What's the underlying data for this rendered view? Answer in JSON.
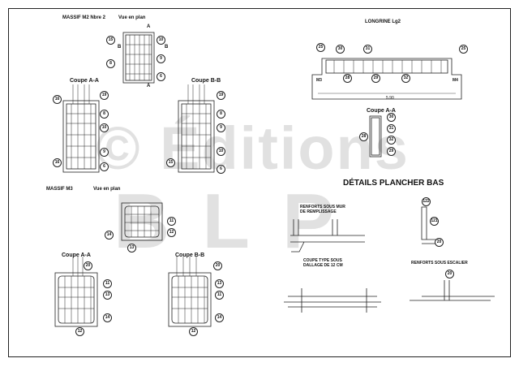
{
  "watermark": {
    "line1": "© Éditions",
    "line2": "BLP"
  },
  "titles": {
    "m2": "MASSIF M2 Nbre 2",
    "m2_plan": "Vue en plan",
    "m2_aa": "Coupe A-A",
    "m2_bb": "Coupe B-B",
    "m3": "MASSIF M3",
    "m3_plan": "Vue en plan",
    "m3_aa": "Coupe A-A",
    "m3_bb": "Coupe B-B",
    "longrine": "LONGRINE Lg2",
    "longrine_aa": "Coupe A-A",
    "details": "DÉTAILS  PLANCHER BAS",
    "renforts_mur": "RENFORTS SOUS MUR\nDE REMPLISSAGE",
    "coupe_dallage": "COUPE TYPE SOUS\nDALLAGE DE 12 CM",
    "renforts_escalier": "RENFORTS SOUS ESCALIER"
  },
  "section_marks": {
    "a": "A",
    "b": "B"
  },
  "bubbles": [
    "15",
    "10",
    "8",
    "9",
    "6",
    "19",
    "16",
    "8",
    "10",
    "9",
    "6",
    "16",
    "19",
    "8",
    "9",
    "10",
    "6",
    "15",
    "11",
    "12",
    "14",
    "13",
    "20",
    "11",
    "13",
    "14",
    "12",
    "20",
    "13",
    "11",
    "14",
    "12",
    "25",
    "30",
    "31",
    "25",
    "28",
    "29",
    "32",
    "30",
    "31",
    "32",
    "29",
    "28",
    "122",
    "121",
    "20",
    "20"
  ],
  "longrine_supports": {
    "left": "M3",
    "right": "M4"
  },
  "longrine_total": "5.90"
}
